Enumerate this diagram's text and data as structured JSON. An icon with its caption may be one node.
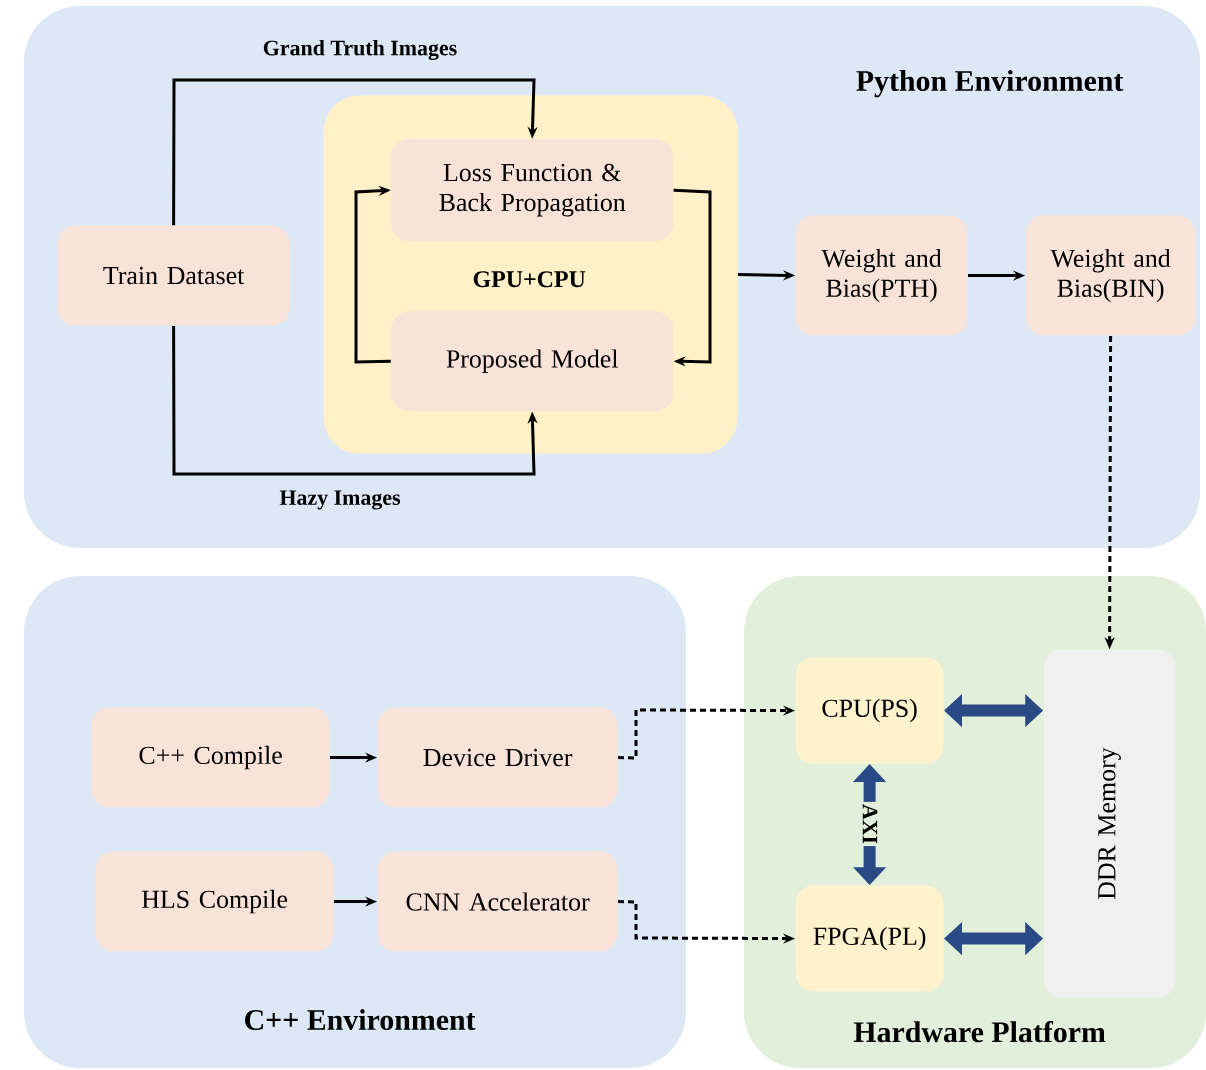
{
  "diagram": {
    "nodes": [
      {
        "text": [
          "Python Environment"
        ]
      },
      {
        "text": [
          "GPU+CPU"
        ],
        "in": 0
      },
      {
        "text": [
          "Train Dataset"
        ],
        "in": 0
      },
      {
        "text": [
          "Loss Function & Back Propagation"
        ],
        "in": 1
      },
      {
        "text": [
          "Proposed Model"
        ],
        "in": 1
      },
      {
        "text": [
          "Weight and Bias(PTH)"
        ],
        "in": 0
      },
      {
        "text": [
          "Weight and Bias(BIN)"
        ],
        "in": 0
      },
      {
        "text": [
          "C++ Environment"
        ]
      },
      {
        "text": [
          "C++ Compile"
        ],
        "in": 7
      },
      {
        "text": [
          "Device Driver"
        ],
        "in": 7
      },
      {
        "text": [
          "HLS Compile"
        ],
        "in": 7
      },
      {
        "text": [
          "CNN Accelerator"
        ],
        "in": 7
      },
      {
        "text": [
          "Hardware Platform"
        ]
      },
      {
        "text": [
          "CPU(PS)"
        ],
        "in": 12
      },
      {
        "text": [
          "FPGA(PL)"
        ],
        "in": 12
      },
      {
        "text": [
          "DDR Memory"
        ],
        "in": 12
      }
    ],
    "edges": [
      {
        "from": 2,
        "to": 3,
        "arrow": "to",
        "label": "Grand Truth Images"
      },
      {
        "from": 2,
        "to": 4,
        "arrow": "to",
        "label": "Hazy Images"
      },
      {
        "from": 4,
        "to": 3,
        "arrow": "to"
      },
      {
        "from": 3,
        "to": 4,
        "arrow": "to"
      },
      {
        "from": 1,
        "to": 5,
        "arrow": "to"
      },
      {
        "from": 5,
        "to": 6,
        "arrow": "to"
      },
      {
        "from": 6,
        "to": 15,
        "arrow": "to",
        "style": "dashed"
      },
      {
        "from": 8,
        "to": 9,
        "arrow": "to"
      },
      {
        "from": 10,
        "to": 11,
        "arrow": "to"
      },
      {
        "from": 9,
        "to": 13,
        "arrow": "to",
        "style": "dashed"
      },
      {
        "from": 11,
        "to": 14,
        "arrow": "to",
        "style": "dashed"
      },
      {
        "from": 13,
        "to": 15,
        "arrow": "both",
        "style": "thick",
        "color": "#2a4a85"
      },
      {
        "from": 14,
        "to": 15,
        "arrow": "both",
        "style": "thick",
        "color": "#2a4a85"
      },
      {
        "from": 13,
        "to": 14,
        "arrow": "both",
        "style": "thick",
        "color": "#2a4a85",
        "label": "AXI"
      }
    ]
  }
}
